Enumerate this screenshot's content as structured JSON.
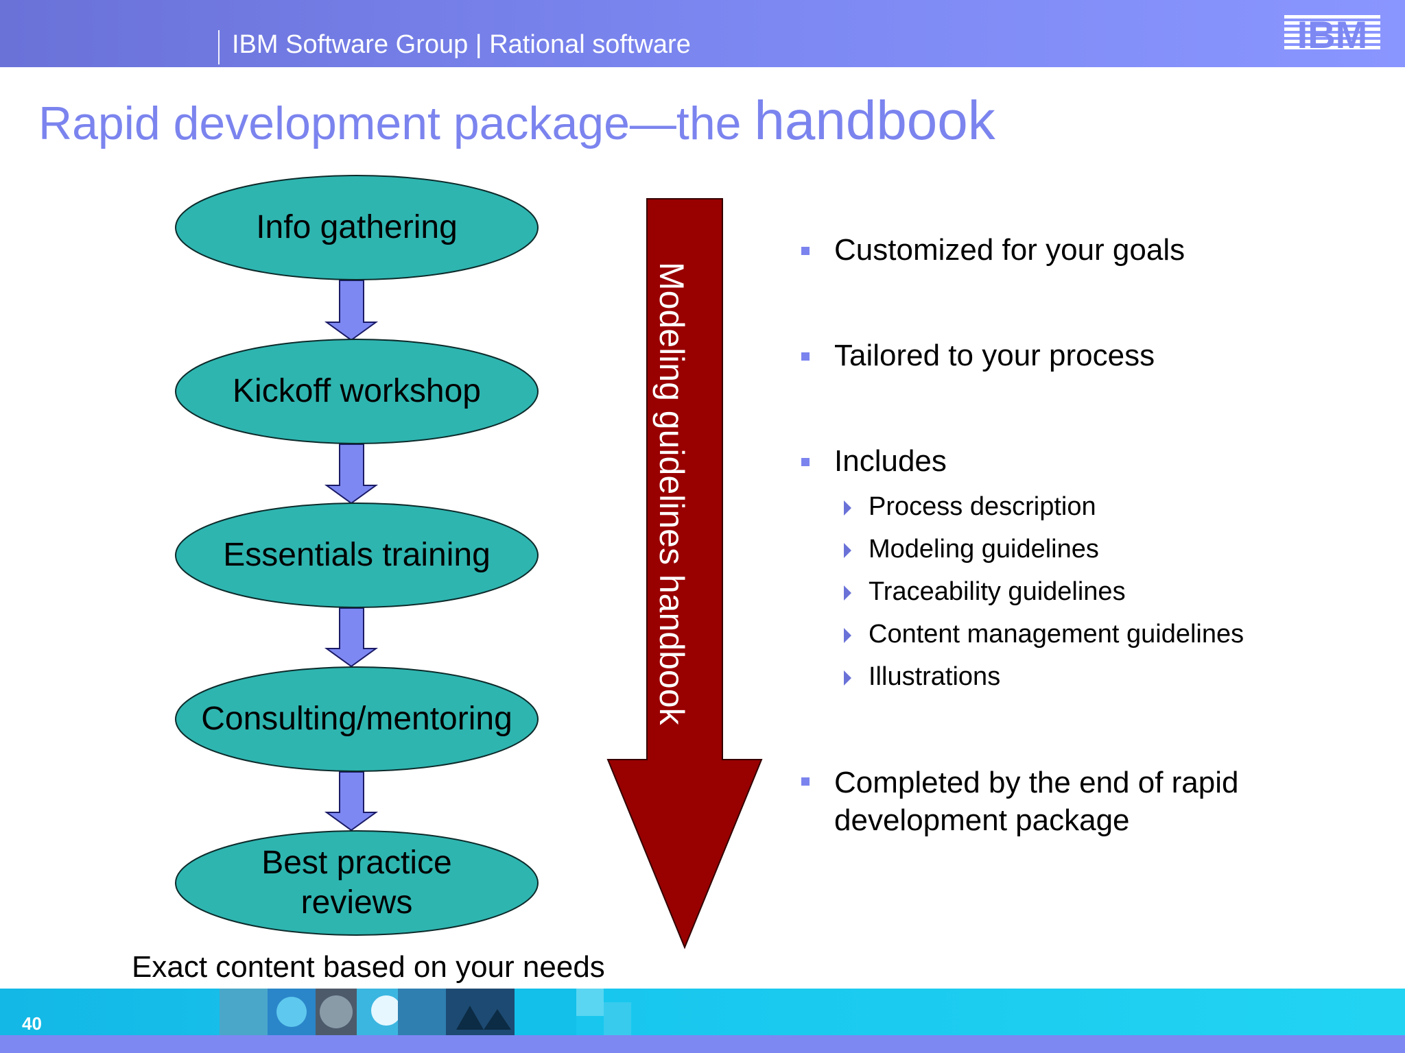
{
  "header": {
    "text": "IBM Software Group | Rational software",
    "logo": "IBM"
  },
  "title": {
    "part1": "Rapid development package—the ",
    "part2": "handbook"
  },
  "flow": {
    "steps": [
      {
        "label": "Info gathering"
      },
      {
        "label": "Kickoff workshop"
      },
      {
        "label": "Essentials training"
      },
      {
        "label": "Consulting/mentoring"
      },
      {
        "label": "Best practice reviews"
      }
    ],
    "arrow_label": "Modeling guidelines handbook",
    "caption": "Exact content based on your needs"
  },
  "bullets": {
    "items": [
      "Customized for your goals",
      "Tailored to your process",
      "Includes",
      "Completed by the end of rapid development package"
    ],
    "sub_items": [
      "Process description",
      "Modeling guidelines",
      "Traceability guidelines",
      "Content management guidelines",
      "Illustrations"
    ]
  },
  "footer": {
    "page_number": "40"
  },
  "colors": {
    "header_blue": "#7d88f2",
    "title_blue": "#7b84ee",
    "ellipse_teal": "#2eb5b0",
    "connector_blue": "#7d88f2",
    "arrow_red": "#990000",
    "footer_cyan": "#18c6ee"
  }
}
